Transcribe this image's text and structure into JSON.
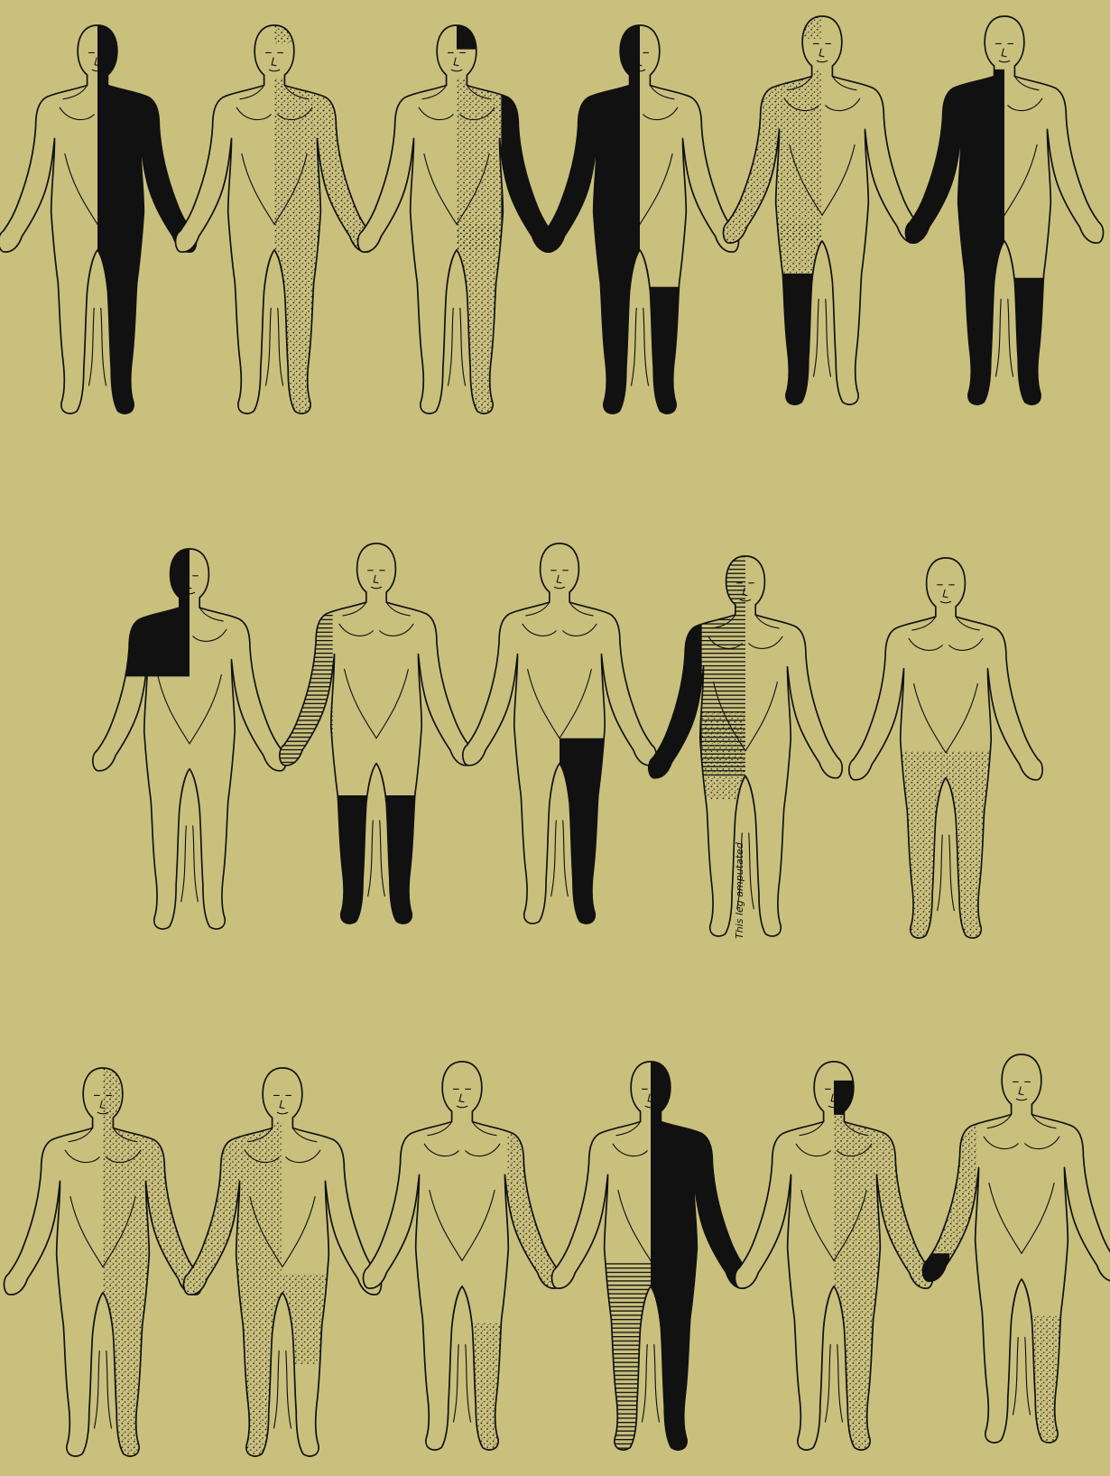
{
  "colors": {
    "paper": "#c9c07e",
    "ink": "#111111",
    "skin": "#c9c07e"
  },
  "figures": [
    {
      "id": "r1f1",
      "row": 1,
      "regions": [
        {
          "zone": "left-half",
          "pattern": "black"
        }
      ]
    },
    {
      "id": "r1f2",
      "row": 1,
      "regions": [
        {
          "zone": "left-half-below-head",
          "pattern": "stipple"
        },
        {
          "zone": "left-forehead",
          "pattern": "stipple"
        }
      ]
    },
    {
      "id": "r1f3",
      "row": 1,
      "regions": [
        {
          "zone": "left-head-top",
          "pattern": "black"
        },
        {
          "zone": "left-arm",
          "pattern": "black"
        },
        {
          "zone": "left-torso",
          "pattern": "stipple"
        },
        {
          "zone": "left-leg",
          "pattern": "stipple"
        }
      ]
    },
    {
      "id": "r1f4",
      "row": 1,
      "regions": [
        {
          "zone": "right-half",
          "pattern": "black"
        },
        {
          "zone": "left-shin",
          "pattern": "black"
        }
      ]
    },
    {
      "id": "r1f5",
      "row": 1,
      "regions": [
        {
          "zone": "right-forehead",
          "pattern": "stipple"
        },
        {
          "zone": "right-torso",
          "pattern": "stipple"
        },
        {
          "zone": "right-arm",
          "pattern": "stipple"
        },
        {
          "zone": "right-thigh",
          "pattern": "stipple"
        },
        {
          "zone": "right-shin",
          "pattern": "black"
        }
      ]
    },
    {
      "id": "r1f6",
      "row": 1,
      "regions": [
        {
          "zone": "right-half-below-head",
          "pattern": "black"
        },
        {
          "zone": "left-shin",
          "pattern": "black"
        }
      ]
    },
    {
      "id": "r2f1",
      "row": 2,
      "regions": [
        {
          "zone": "right-head",
          "pattern": "black"
        },
        {
          "zone": "right-shoulder-block",
          "pattern": "black"
        }
      ]
    },
    {
      "id": "r2f2",
      "row": 2,
      "regions": [
        {
          "zone": "right-arm",
          "pattern": "hatch"
        },
        {
          "zone": "both-shins",
          "pattern": "black"
        }
      ]
    },
    {
      "id": "r2f3",
      "row": 2,
      "regions": [
        {
          "zone": "left-leg",
          "pattern": "black"
        }
      ]
    },
    {
      "id": "r2f4",
      "row": 2,
      "regions": [
        {
          "zone": "right-head",
          "pattern": "hatch"
        },
        {
          "zone": "right-torso",
          "pattern": "hatch"
        },
        {
          "zone": "right-arm",
          "pattern": "black"
        },
        {
          "zone": "right-hip",
          "pattern": "stipple"
        }
      ]
    },
    {
      "id": "r2f5",
      "row": 2,
      "regions": [
        {
          "zone": "both-legs",
          "pattern": "stipple"
        }
      ]
    },
    {
      "id": "r3f1",
      "row": 3,
      "regions": [
        {
          "zone": "left-half",
          "pattern": "stipple"
        }
      ]
    },
    {
      "id": "r3f2",
      "row": 3,
      "regions": [
        {
          "zone": "right-half-below-head",
          "pattern": "stipple"
        },
        {
          "zone": "left-thigh",
          "pattern": "stipple"
        }
      ]
    },
    {
      "id": "r3f3",
      "row": 3,
      "regions": [
        {
          "zone": "left-arm",
          "pattern": "stipple"
        },
        {
          "zone": "left-shin",
          "pattern": "stipple"
        }
      ]
    },
    {
      "id": "r3f4",
      "row": 3,
      "regions": [
        {
          "zone": "left-half",
          "pattern": "black"
        },
        {
          "zone": "right-leg",
          "pattern": "hatch"
        }
      ]
    },
    {
      "id": "r3f5",
      "row": 3,
      "regions": [
        {
          "zone": "left-half-below-head",
          "pattern": "stipple"
        },
        {
          "zone": "left-face",
          "pattern": "black"
        }
      ]
    },
    {
      "id": "r3f6",
      "row": 3,
      "regions": [
        {
          "zone": "right-arm",
          "pattern": "stipple"
        },
        {
          "zone": "right-hand",
          "pattern": "black"
        },
        {
          "zone": "left-shin",
          "pattern": "stipple"
        }
      ]
    }
  ],
  "annotation": {
    "text": "This leg amputated"
  }
}
